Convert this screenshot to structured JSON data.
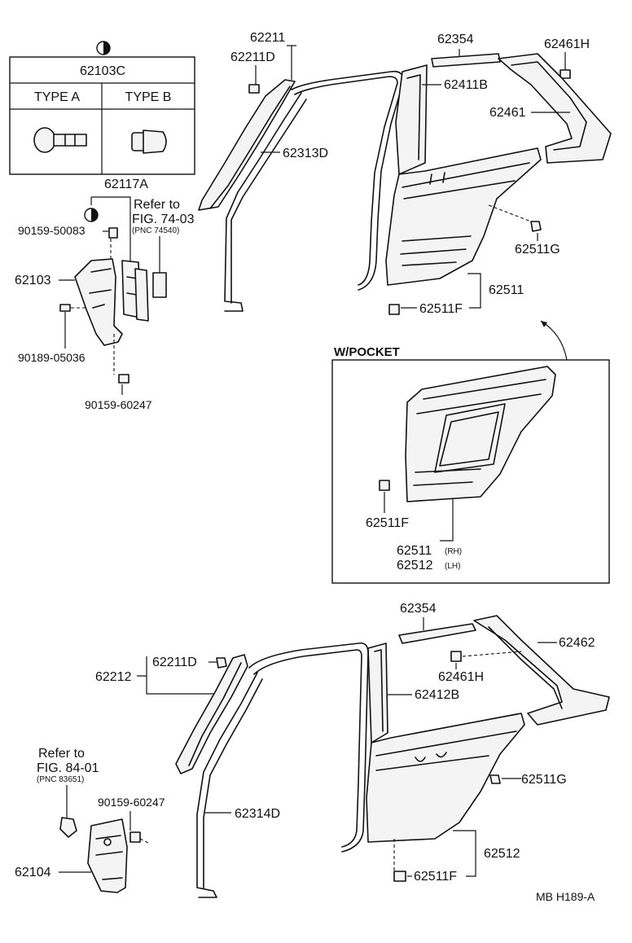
{
  "diagram": {
    "type_table": {
      "part_no": "62103C",
      "col_a": "TYPE A",
      "col_b": "TYPE B",
      "half_circle_symbol": "half-circle-icon"
    },
    "labels": {
      "p62211": "62211",
      "p62211d_top": "62211D",
      "p62313d": "62313D",
      "p62354_top": "62354",
      "p62411b": "62411B",
      "p62461h_top": "62461H",
      "p62461": "62461",
      "p62511g_top": "62511G",
      "p62511_top": "62511",
      "p62511f_top": "62511F",
      "p62117a": "62117A",
      "refer_to_1": "Refer to",
      "fig_7403": "FIG. 74-03",
      "pnc_74540": "(PNC 74540)",
      "p90159_50083": "90159-50083",
      "p62103": "62103",
      "p90189_05036": "90189-05036",
      "p90159_60247_top": "90159-60247",
      "w_pocket": "W/POCKET",
      "p62511f_pocket": "62511F",
      "p62511_pocket": "62511",
      "rh": "(RH)",
      "p62512_pocket": "62512",
      "lh": "(LH)",
      "p62354_bot": "62354",
      "p62462": "62462",
      "p62461h_bot": "62461H",
      "p62211d_bot": "62211D",
      "p62212": "62212",
      "p62412b": "62412B",
      "refer_to_2": "Refer to",
      "fig_8401": "FIG. 84-01",
      "pnc_83651": "(PNC 83651)",
      "p62511g_bot": "62511G",
      "p90159_60247_bot": "90159-60247",
      "p62314d": "62314D",
      "p62104": "62104",
      "p62512_bot": "62512",
      "p62511f_bot": "62511F",
      "footer_code": "MB  H189-A"
    }
  }
}
